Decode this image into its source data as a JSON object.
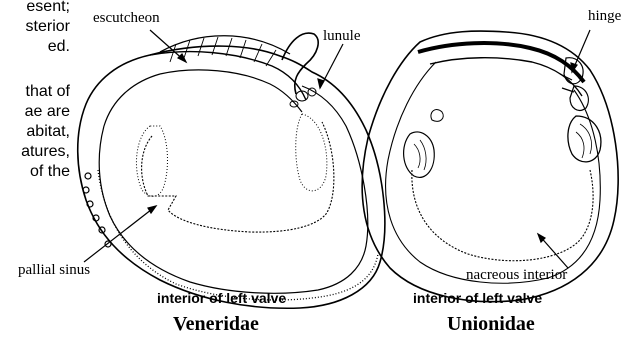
{
  "side_text": {
    "lines": [
      "esent;",
      "sterior",
      "ed.",
      "that of",
      "ae are",
      "abitat,",
      "atures,",
      "of the"
    ]
  },
  "labels": {
    "escutcheon": "escutcheon",
    "lunule": "lunule",
    "hinge": "hinge",
    "pallial_sinus": "pallial sinus",
    "nacreous_interior": "nacreous interior"
  },
  "panels": [
    {
      "caption": "interior of left valve",
      "family": "Veneridae"
    },
    {
      "caption": "interior of left valve",
      "family": "Unionidae"
    }
  ]
}
